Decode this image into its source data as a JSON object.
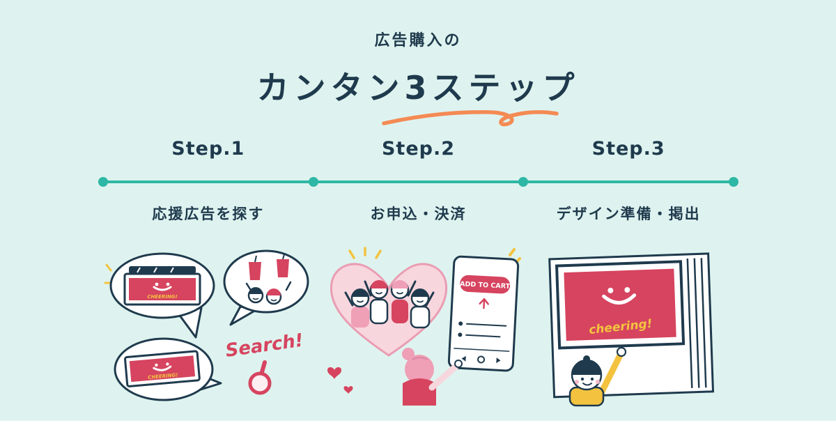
{
  "colors": {
    "background": "#def3ef",
    "navy": "#1f3a4d",
    "teal": "#2eb7a5",
    "orange": "#f48a54",
    "crimson": "#d6445f",
    "yellow": "#f3c33f",
    "pink": "#ef9fb6"
  },
  "header": {
    "subtitle": "広告購入の",
    "title": "カンタン3ステップ"
  },
  "steps": [
    {
      "label": "Step.1",
      "description": "応援広告を探す"
    },
    {
      "label": "Step.2",
      "description": "お申込・決済"
    },
    {
      "label": "Step.3",
      "description": "デザイン準備・掲出"
    }
  ],
  "illustrations": {
    "search": {
      "screen_text": "CHEERING!",
      "search_label": "Search!"
    },
    "cart": {
      "button_label": "ADD TO CART"
    },
    "billboard": {
      "screen_label": "cheering!"
    }
  }
}
